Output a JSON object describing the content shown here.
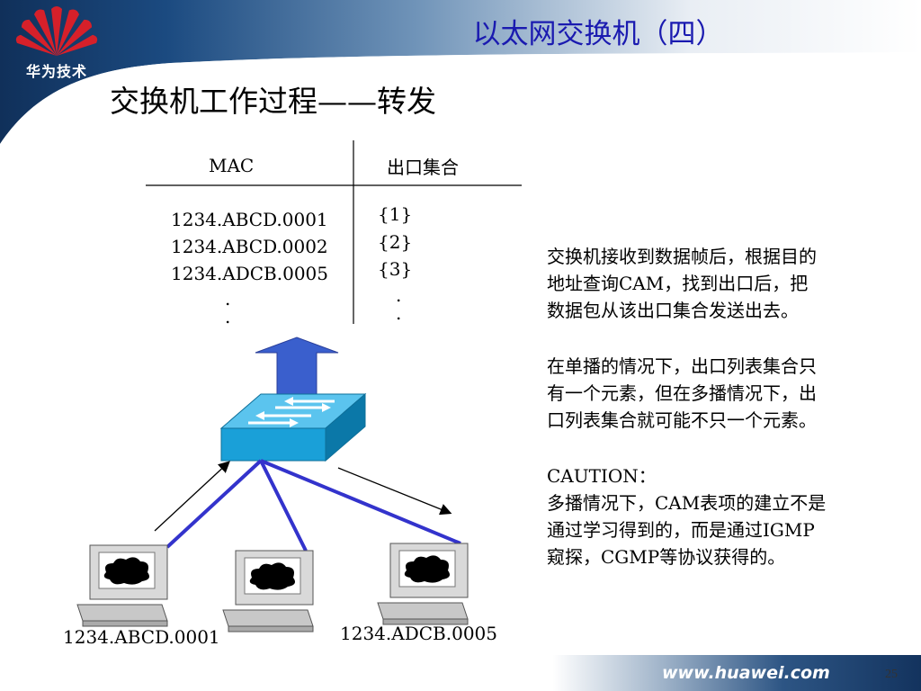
{
  "header": {
    "title": "以太网交换机（四）",
    "brand": "华为技术"
  },
  "subtitle": "交换机工作过程——转发",
  "table": {
    "headers": [
      "MAC",
      "出口集合"
    ],
    "rows": [
      {
        "mac": "1234.ABCD.0001",
        "port": "{1}"
      },
      {
        "mac": "1234.ABCD.0002",
        "port": "{2}"
      },
      {
        "mac": "1234.ADCB.0005",
        "port": "{3}"
      }
    ],
    "ellipsis": "."
  },
  "description": {
    "para1": [
      "交换机接收到数据帧后，根据目的",
      "地址查询CAM，找到出口后，把",
      "数据包从该出口集合发送出去。"
    ],
    "para2": [
      "在单播的情况下，出口列表集合只",
      "有一个元素，但在多播情况下，出",
      "口列表集合就可能不只一个元素。"
    ],
    "para3": [
      "CAUTION：",
      "多播情况下，CAM表项的建立不是",
      "通过学习得到的，而是通过IGMP",
      "窥探，CGMP等协议获得的。"
    ]
  },
  "computers": [
    {
      "label": "1234.ABCD.0001"
    },
    {
      "label": ""
    },
    {
      "label": "1234.ADCB.0005"
    }
  ],
  "footer": {
    "url": "www.huawei.com",
    "page": "25"
  },
  "colors": {
    "title_blue": "#1a1ab0",
    "header_navy": "#13335e",
    "logo_red": "#d6202a",
    "arrow_blue": "#3a5fcd",
    "switch_cyan": "#1aa0d8",
    "link_blue": "#3333cc"
  }
}
